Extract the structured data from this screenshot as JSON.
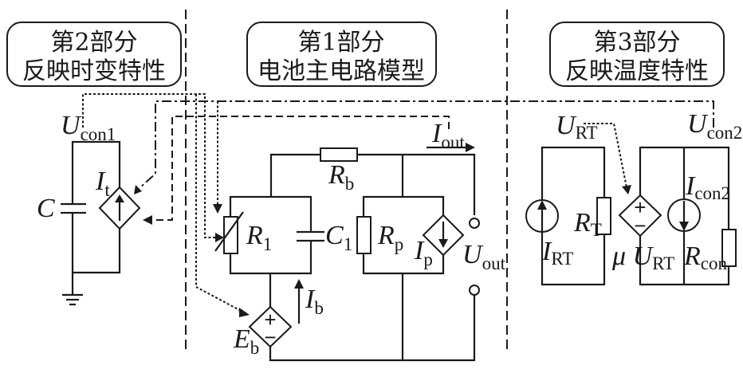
{
  "sections": [
    {
      "id": "part2",
      "line1": "第2部分",
      "line2": "反映时变特性"
    },
    {
      "id": "part1",
      "line1": "第1部分",
      "line2": "电池主电路模型"
    },
    {
      "id": "part3",
      "line1": "第3部分",
      "line2": "反映温度特性"
    }
  ],
  "labels": {
    "U_con1": {
      "main": "U",
      "sub": "con1"
    },
    "I_t": {
      "main": "I",
      "sub": "t"
    },
    "C": {
      "main": "C",
      "sub": ""
    },
    "R_b": {
      "main": "R",
      "sub": "b"
    },
    "I_out": {
      "main": "I",
      "sub": "out"
    },
    "R_1": {
      "main": "R",
      "sub": "1"
    },
    "C_1": {
      "main": "C",
      "sub": "1"
    },
    "R_p": {
      "main": "R",
      "sub": "p"
    },
    "I_p": {
      "main": "I",
      "sub": "p"
    },
    "U_out": {
      "main": "U",
      "sub": "out"
    },
    "I_b": {
      "main": "I",
      "sub": "b"
    },
    "E_b": {
      "main": "E",
      "sub": "b"
    },
    "U_RT": {
      "main": "U",
      "sub": "RT"
    },
    "U_con2": {
      "main": "U",
      "sub": "con2"
    },
    "R_T": {
      "main": "R",
      "sub": "T"
    },
    "I_RT": {
      "main": "I",
      "sub": "RT"
    },
    "mu_U_RT": {
      "main": "μ U",
      "sub": "RT"
    },
    "I_con2": {
      "main": "I",
      "sub": "con2"
    },
    "R_con": {
      "main": "R",
      "sub": "con"
    }
  },
  "symbols": {
    "plus": "+",
    "minus": "−"
  }
}
